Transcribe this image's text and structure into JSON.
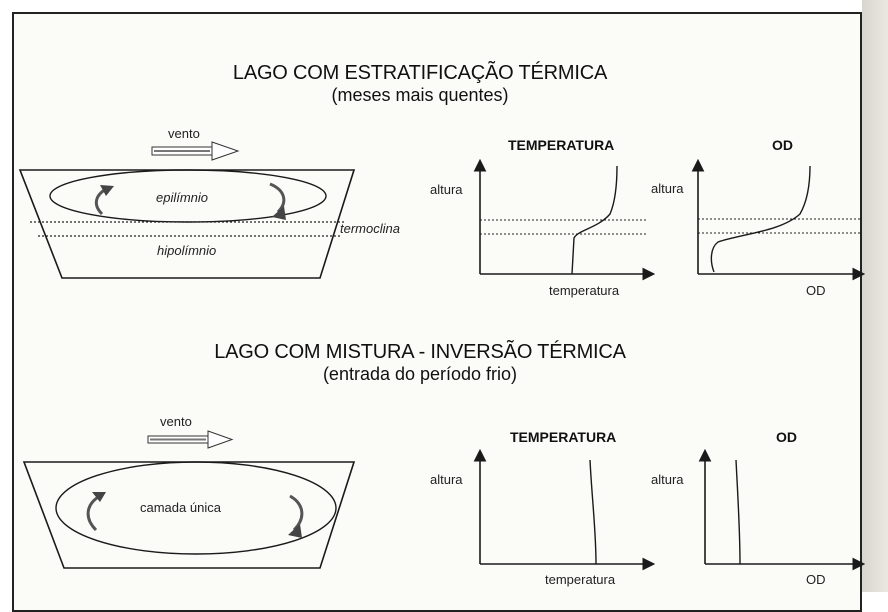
{
  "section1": {
    "title": "LAGO COM ESTRATIFICAÇÃO TÉRMICA",
    "subtitle": "(meses mais quentes)",
    "wind": "vento",
    "upper_layer": "epilímnio",
    "thermocline": "termoclina",
    "lower_layer": "hipolímnio",
    "temp_chart_title": "TEMPERATURA",
    "temp_ylabel": "altura",
    "temp_xlabel": "temperatura",
    "od_chart_title": "OD",
    "od_ylabel": "altura",
    "od_xlabel": "OD"
  },
  "section2": {
    "title": "LAGO COM MISTURA - INVERSÃO TÉRMICA",
    "subtitle": "(entrada do período frio)",
    "wind": "vento",
    "single_layer": "camada única",
    "temp_chart_title": "TEMPERATURA",
    "temp_ylabel": "altura",
    "temp_xlabel": "temperatura",
    "od_chart_title": "OD",
    "od_ylabel": "altura",
    "od_xlabel": "OD"
  },
  "colors": {
    "ink": "#1a1a1a",
    "paper": "#fbfbf8"
  }
}
